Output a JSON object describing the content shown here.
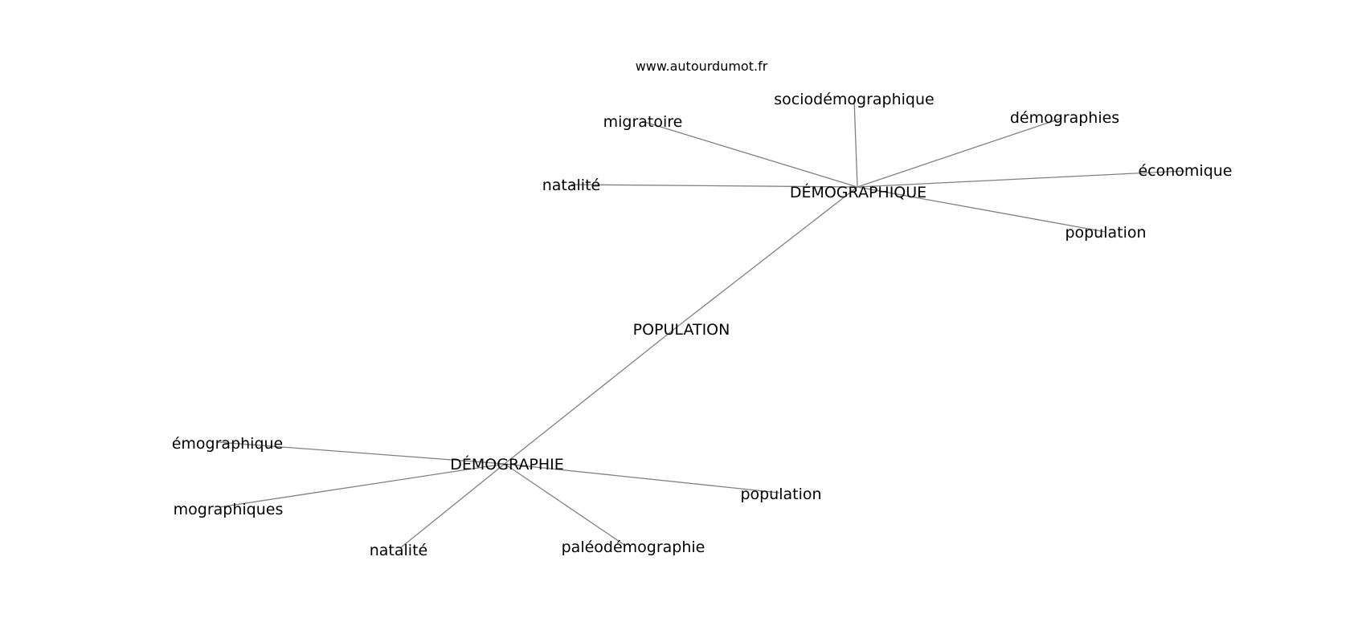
{
  "source": "www.autourdumot.fr",
  "center": "POPULATION",
  "hubs": [
    {
      "label": "DÉMOGRAPHIQUE",
      "words": [
        "sociodémographique",
        "démographies",
        "économique",
        "population",
        "natalité",
        "migratoire"
      ]
    },
    {
      "label": "DÉMOGRAPHIE",
      "words": [
        "émographique",
        "mographiques",
        "natalité",
        "paléodémographie",
        "population"
      ]
    }
  ]
}
